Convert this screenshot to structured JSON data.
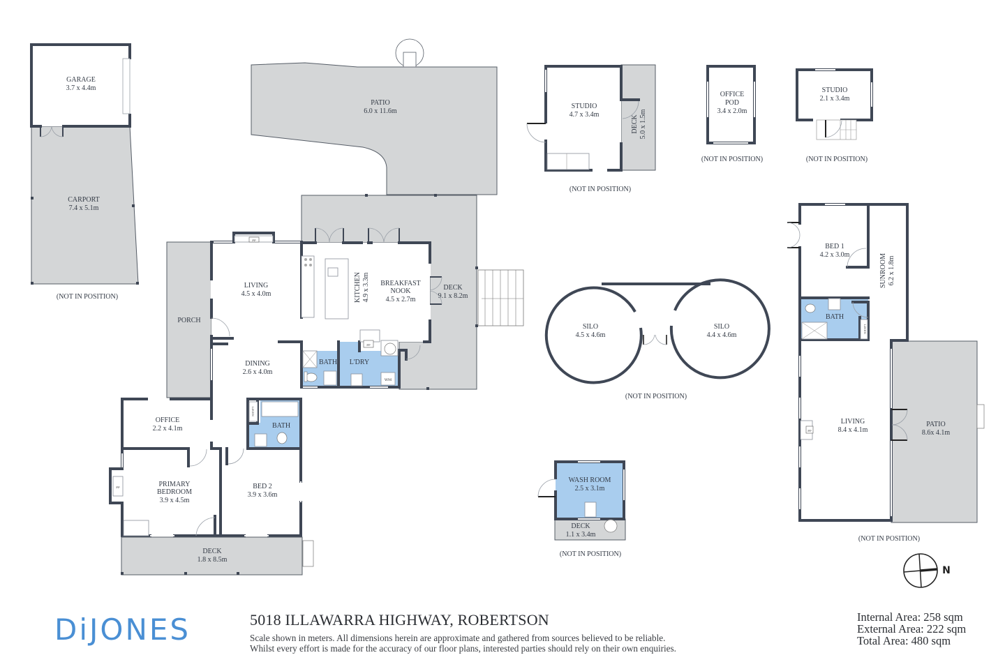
{
  "brand": {
    "logo_text": "DiJONES",
    "logo_color": "#4a8fd4"
  },
  "property": {
    "address": "5018 ILLAWARRA HIGHWAY, ROBERTSON",
    "disclaimer_line1": "Scale shown in meters. All dimensions herein are approximate and gathered from sources believed to be reliable.",
    "disclaimer_line2": "Whilst every effort is made for the accuracy of our floor plans, interested parties should rely on their own enquiries."
  },
  "areas": {
    "internal": "Internal Area: 258 sqm",
    "external": "External Area: 222 sqm",
    "total": "Total Area: 480 sqm"
  },
  "compass": {
    "label": "N"
  },
  "colors": {
    "wall": "#3f4755",
    "external": "#d4d6d7",
    "wet_area": "#a9cdee",
    "text": "#333a45"
  },
  "not_in_position": "(NOT IN POSITION)",
  "fixtures": {
    "fireplace": "FP",
    "washing_machine": "WM",
    "linen": "LINEN"
  },
  "rooms": {
    "garage": {
      "name": "GARAGE",
      "dim": "3.7 x 4.4m"
    },
    "carport": {
      "name": "CARPORT",
      "dim": "7.4 x 5.1m"
    },
    "patio_main": {
      "name": "PATIO",
      "dim": "6.0 x 11.6m"
    },
    "porch": {
      "name": "PORCH"
    },
    "living_main": {
      "name": "LIVING",
      "dim": "4.5 x 4.0m"
    },
    "kitchen": {
      "name": "KITCHEN",
      "dim": "4.9 x 3.3m"
    },
    "breakfast_nook": {
      "name1": "BREAKFAST",
      "name2": "NOOK",
      "dim": "4.5 x 2.7m"
    },
    "deck_main": {
      "name": "DECK",
      "dim": "9.1 x 8.2m"
    },
    "dining": {
      "name": "DINING",
      "dim": "2.6 x 4.0m"
    },
    "bath_laundry": {
      "name": "BATH"
    },
    "laundry": {
      "name": "L'DRY"
    },
    "office": {
      "name": "OFFICE",
      "dim": "2.2 x 4.1m"
    },
    "bath_main": {
      "name": "BATH"
    },
    "primary_bedroom": {
      "name1": "PRIMARY",
      "name2": "BEDROOM",
      "dim": "3.9 x 4.5m"
    },
    "bed2": {
      "name": "BED 2",
      "dim": "3.9 x 3.6m"
    },
    "deck_front": {
      "name": "DECK",
      "dim": "1.8 x 8.5m"
    },
    "studio_large": {
      "name": "STUDIO",
      "dim": "4.7 x 3.4m"
    },
    "deck_studio": {
      "name": "DECK",
      "dim": "5.0 x 1.5m"
    },
    "office_pod": {
      "name1": "OFFICE",
      "name2": "POD",
      "dim": "3.4 x 2.0m"
    },
    "studio_small": {
      "name": "STUDIO",
      "dim": "2.1 x 3.4m"
    },
    "silo_left": {
      "name": "SILO",
      "dim": "4.5 x 4.6m"
    },
    "silo_right": {
      "name": "SILO",
      "dim": "4.4 x 4.6m"
    },
    "bed1": {
      "name": "BED 1",
      "dim": "4.2 x 3.0m"
    },
    "sunroom": {
      "name": "SUNROOM",
      "dim": "6.2 x 1.8m"
    },
    "bath_cottage": {
      "name": "BATH"
    },
    "living_cottage": {
      "name": "LIVING",
      "dim": "8.4 x 4.1m"
    },
    "patio_cottage": {
      "name": "PATIO",
      "dim": "8.6x 4.1m"
    },
    "wash_room": {
      "name": "WASH ROOM",
      "dim": "2.5 x 3.1m"
    },
    "deck_wash": {
      "name": "DECK",
      "dim": "1.1 x 3.4m"
    }
  }
}
